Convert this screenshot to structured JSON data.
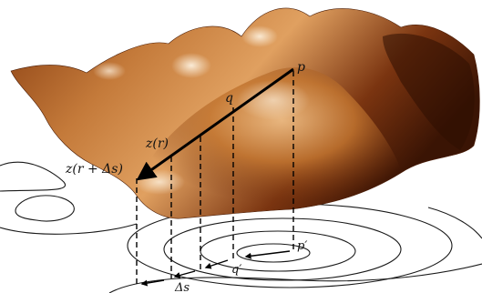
{
  "labels": {
    "p": "p",
    "q": "q",
    "z_r": "z(r)",
    "z_r_ds": "z(r + Δs)",
    "p_prime": "p′",
    "q_prime": "q′",
    "delta_s": "Δs"
  },
  "colors": {
    "surface_dark": "#5a2508",
    "surface_mid": "#b4652a",
    "surface_light": "#f2c08a",
    "highlight": "#fff3dd",
    "contour": "#1a1a1a",
    "arrow": "#000000"
  }
}
